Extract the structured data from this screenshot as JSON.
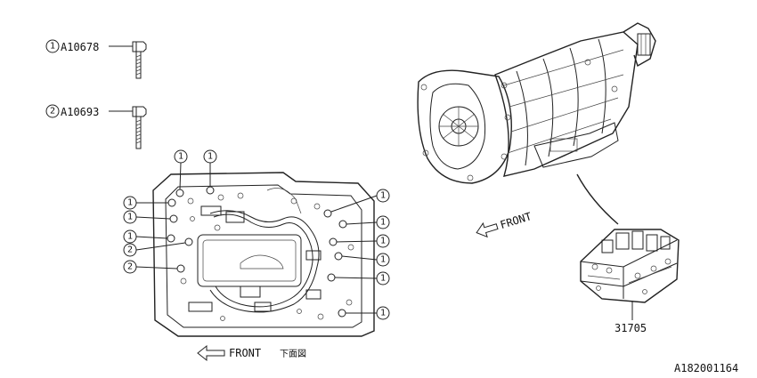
{
  "legend": {
    "items": [
      {
        "marker": "1",
        "part_no": "A10678"
      },
      {
        "marker": "2",
        "part_no": "A10693"
      }
    ]
  },
  "diagram": {
    "front_label_left": "FRONT",
    "view_label": "下面図",
    "front_label_right": "FRONT",
    "part_number": "31705",
    "figure_id": "A182001164"
  },
  "callouts": {
    "marker_1": "1",
    "marker_2": "2"
  }
}
